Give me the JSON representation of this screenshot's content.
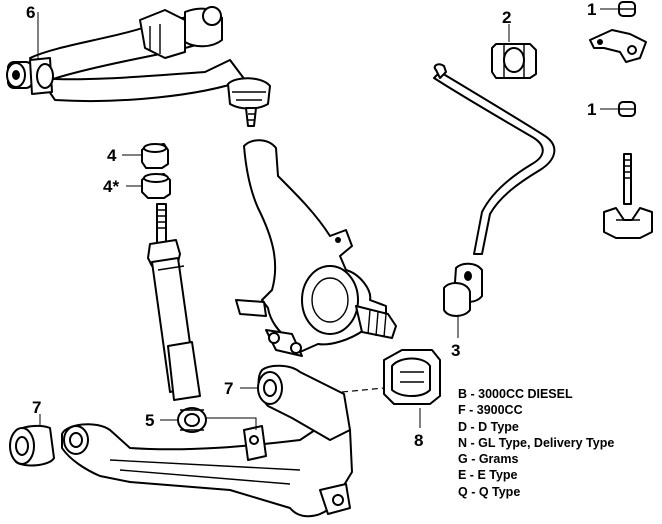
{
  "callouts": {
    "c6": "6",
    "c2": "2",
    "c1a": "1",
    "c1b": "1",
    "c4": "4",
    "c4s": "4*",
    "c7a": "7",
    "c7b": "7",
    "c5": "5",
    "c3": "3",
    "c8": "8"
  },
  "legend": [
    "B - 3000CC DIESEL",
    "F - 3900CC",
    "D - D Type",
    "N - GL Type, Delivery Type",
    "G - Grams",
    "E - E Type",
    "Q - Q Type"
  ]
}
